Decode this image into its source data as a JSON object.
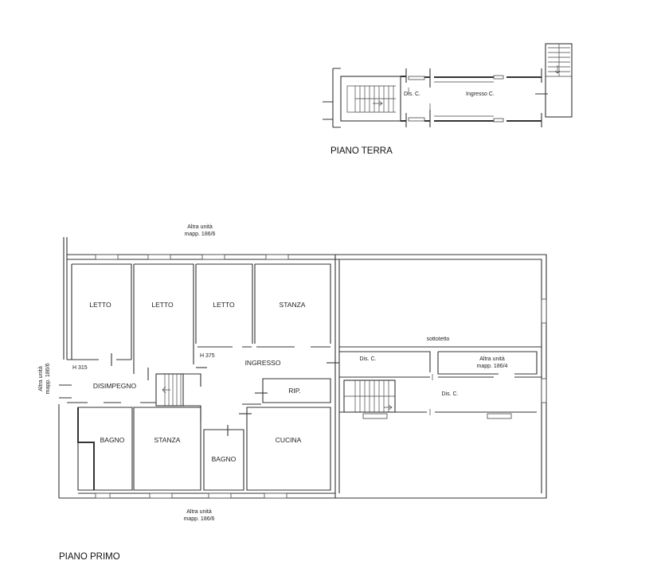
{
  "piano_terra": {
    "title": "PIANO TERRA",
    "rooms": {
      "dis_c": "Dis. C.",
      "ingresso_c": "Ingresso C."
    }
  },
  "piano_primo": {
    "title": "PIANO PRIMO",
    "rooms": {
      "letto_1": "LETTO",
      "letto_2": "LETTO",
      "letto_3": "LETTO",
      "stanza_1": "STANZA",
      "sottotetto": "sottotetto",
      "disimpegno": "DISIMPEGNO",
      "ingresso": "INGRESSO",
      "rip": "RIP.",
      "dis_c_1": "Dis. C.",
      "dis_c_2": "Dis. C.",
      "bagno_1": "BAGNO",
      "stanza_2": "STANZA",
      "bagno_2": "BAGNO",
      "cucina": "CUCINA"
    },
    "heights": {
      "h1": "H 315",
      "h2": "H 375"
    },
    "neighbors": {
      "top": {
        "line1": "Altra unità",
        "line2": "mapp. 186/6"
      },
      "left": {
        "line1": "Altra unità",
        "line2": "mapp. 186/6"
      },
      "bottom": {
        "line1": "Altra unità",
        "line2": "mapp. 186/6"
      },
      "right_inner": {
        "line1": "Altra unità",
        "line2": "mapp. 186/4"
      }
    }
  }
}
